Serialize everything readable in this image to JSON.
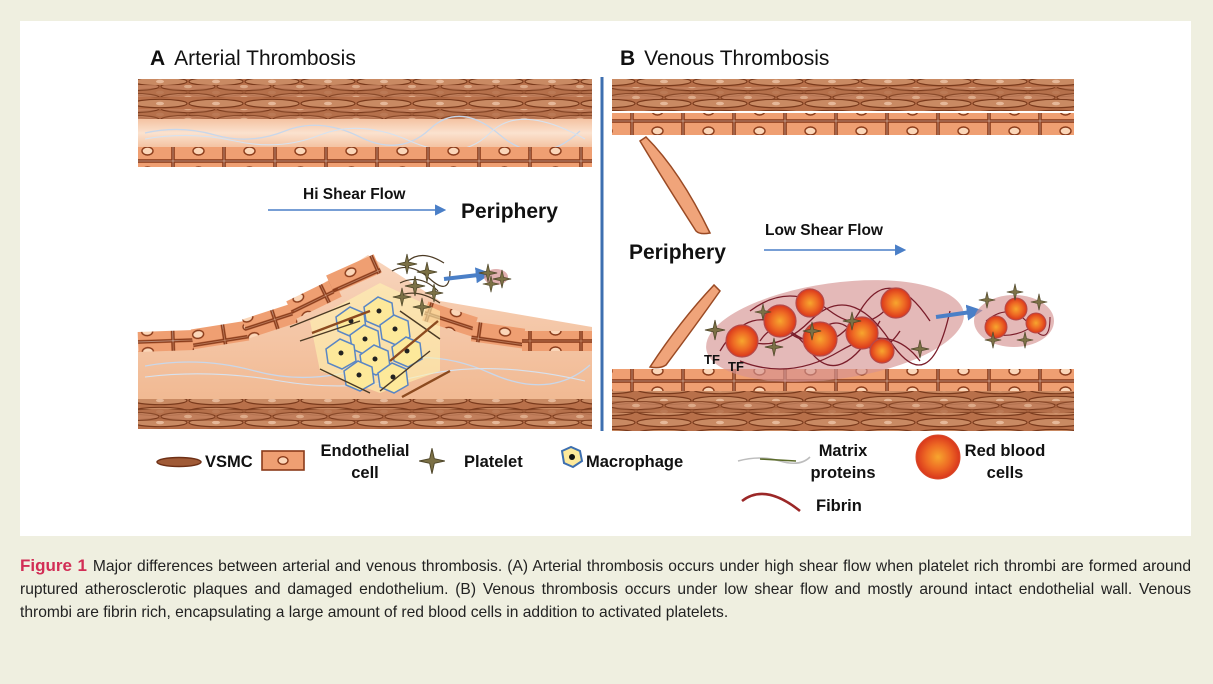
{
  "panel_a": {
    "letter": "A",
    "title": "Arterial Thrombosis",
    "flow_label": "Hi Shear Flow",
    "periphery_label": "Periphery"
  },
  "panel_b": {
    "letter": "B",
    "title": "Venous Thrombosis",
    "flow_label": "Low Shear Flow",
    "periphery_label": "Periphery",
    "tf_label_1": "TF",
    "tf_label_2": "TF"
  },
  "legend": {
    "vsmc": "VSMC",
    "endothelial_cell": "Endothelial cell",
    "platelet": "Platelet",
    "macrophage": "Macrophage",
    "matrix_proteins": "Matrix proteins",
    "fibrin": "Fibrin",
    "red_blood_cells": "Red blood cells"
  },
  "colors": {
    "vessel_wall": "#a0522d",
    "endothelial_fill": "#ef9a6e",
    "rbc": "#e8501e",
    "flow_arrow": "#4a7fc7",
    "caption_accent": "#d22d55"
  },
  "caption": {
    "label": "Figure 1",
    "text": "Major differences between arterial and venous thrombosis. (A) Arterial thrombosis occurs under high shear flow when platelet rich thrombi are formed around ruptured atherosclerotic plaques and damaged endothelium. (B) Venous thrombosis occurs under low shear flow and mostly around intact endothelial wall. Venous thrombi are fibrin rich, encapsulating a large amount of red blood cells in addition to activated platelets."
  }
}
